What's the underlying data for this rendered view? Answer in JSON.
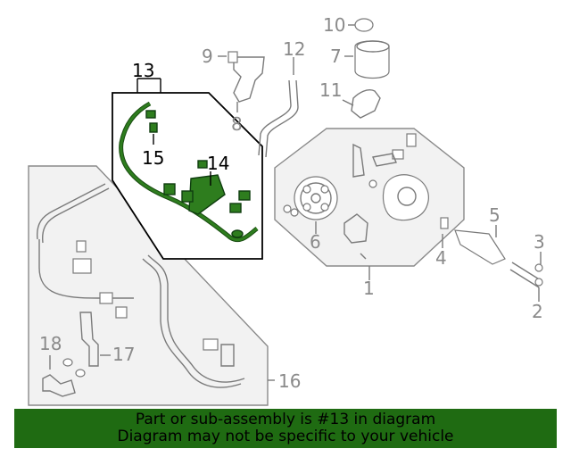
{
  "diagram": {
    "callouts": {
      "c1": "1",
      "c2": "2",
      "c3": "3",
      "c4": "4",
      "c5": "5",
      "c6": "6",
      "c7": "7",
      "c8": "8",
      "c9": "9",
      "c10": "10",
      "c11": "11",
      "c12": "12",
      "c13": "13",
      "c14": "14",
      "c15": "15",
      "c16": "16",
      "c17": "17",
      "c18": "18"
    },
    "highlighted_part": "13",
    "colors": {
      "highlight": "#2e7d1e",
      "line": "#7a7a7a",
      "group_fill": "#f2f2f2",
      "banner": "#1f6b12"
    }
  },
  "banner": {
    "line1": "Part or sub-assembly is #13 in diagram",
    "line2": "Diagram may not be specific to your vehicle"
  }
}
